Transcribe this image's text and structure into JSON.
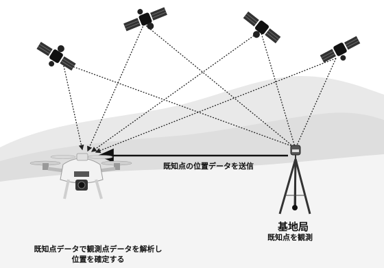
{
  "diagram": {
    "arrow_label": "既知点の位置データを送信",
    "base_station": {
      "title": "基地局",
      "subtitle": "既知点を観測"
    },
    "drone_caption": {
      "line1": "既知点データで観測点データを解析し",
      "line2": "位置を確定する"
    }
  },
  "colors": {
    "background": "#ffffff",
    "hill": "#e6e6e6",
    "hill_shade": "#d2d2d2",
    "ink": "#111111"
  },
  "icons": [
    "satellite-icon",
    "drone-icon",
    "gnss-base-station-icon"
  ]
}
